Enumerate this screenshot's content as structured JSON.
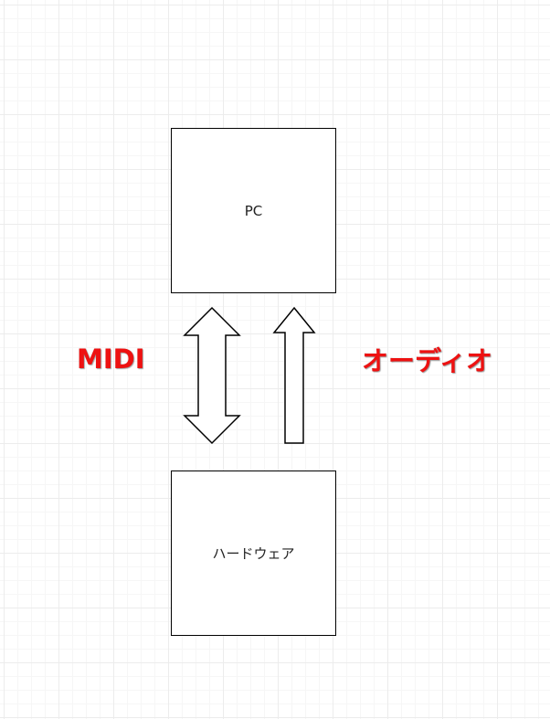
{
  "nodes": {
    "pc": {
      "label": "PC"
    },
    "hardware": {
      "label": "ハードウェア"
    }
  },
  "edges": {
    "midi": {
      "label": "MIDI",
      "direction": "bidirectional"
    },
    "audio": {
      "label": "オーディオ",
      "direction": "hardware-to-pc"
    }
  },
  "colors": {
    "edge_label": "#ee1111",
    "node_border": "#000000",
    "arrow_fill": "#ffffff",
    "arrow_stroke": "#000000"
  },
  "icons": {
    "midi_arrow": "double-headed-arrow-icon",
    "audio_arrow": "up-arrow-icon"
  }
}
